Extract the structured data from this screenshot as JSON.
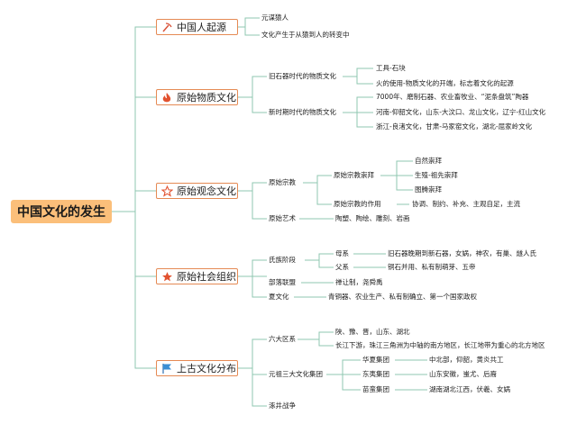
{
  "root": "中国文化的发生",
  "colors": {
    "line": "#8fc7b0",
    "accent": "#e58a54",
    "root_fill": "#fbbf7a",
    "flag": "#3b8fd4"
  },
  "categories": [
    {
      "label": "中国人起源",
      "icon": "pick-icon"
    },
    {
      "label": "原始物质文化",
      "icon": "fire-icon"
    },
    {
      "label": "原始观念文化",
      "icon": "star-outline-icon"
    },
    {
      "label": "原始社会组织",
      "icon": "star-filled-icon"
    },
    {
      "label": "上古文化分布",
      "icon": "flag-icon"
    }
  ],
  "origin": [
    "元谋猿人",
    "文化产生于从猿到人的转变中"
  ],
  "material": {
    "old_stone": "旧石器时代的物质文化",
    "old_items": [
      "工具-石块",
      "火的使用-物质文化的开端，标志着文化的起源"
    ],
    "new_stone": "新时期时代的物质文化",
    "new_items": [
      "7000年、磨制石器、农业畜牧业、“泥条盘筑”陶器",
      "河南-仰韶文化，山东-大汶口、龙山文化，辽宁-红山文化",
      "浙江-良渚文化，甘肃-马家窑文化，湖北-屈家岭文化"
    ]
  },
  "ideas": {
    "religion": "原始宗教",
    "worship": "原始宗教崇拜",
    "worship_items": [
      "自然崇拜",
      "生殖-祖先崇拜",
      "图腾崇拜"
    ],
    "role": "原始宗教的作用",
    "role_text": "协调、制约、补充、主观自足，主流",
    "art": "原始艺术",
    "art_text": "陶塑、陶绘、雕刻、岩画"
  },
  "society": {
    "clan": "氏族阶段",
    "matri": "母系",
    "matri_text": "旧石器晚期到新石器，女娲，神农，有巢、燧人氏",
    "patri": "父系",
    "patri_text": "铜石并用、私有制萌芽、五帝",
    "tribe": "部落联盟",
    "tribe_text": "禅让制，尧舜禹",
    "xia": "夏文化",
    "xia_text": "青铜器、农业生产、私有制确立、第一个国家政权"
  },
  "distribution": {
    "six": "六大区系",
    "six_items": [
      "陕、豫、晋，山东、湖北",
      "长江下游，珠江三角洲为中轴的南方地区，长江地带为重心的北方地区"
    ],
    "three": "元祖三大文化集团",
    "groups": [
      {
        "name": "华夏集团",
        "text": "中北部，仰韶，黄炎共工"
      },
      {
        "name": "东夷集团",
        "text": "山东安徽，蚩尤、后裔"
      },
      {
        "name": "苗蛮集团",
        "text": "湖南湖北江西，伏羲、女娲"
      }
    ],
    "war": "涿井战争"
  }
}
